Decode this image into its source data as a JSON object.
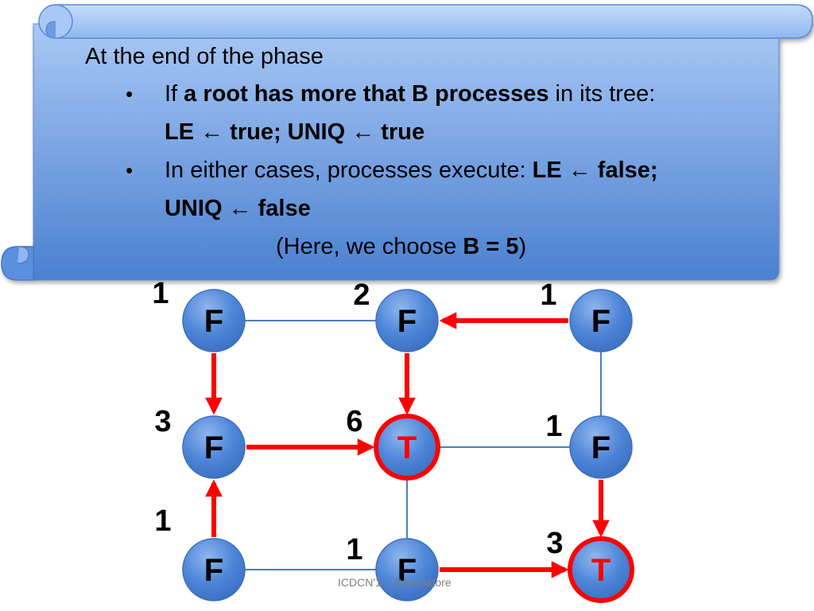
{
  "scroll": {
    "heading": "At the end of the phase",
    "bullet_char": "•",
    "bullet1": {
      "pre": "If ",
      "bold": "a root has more that B processes",
      "post": " in its tree:",
      "line2": "LE ← true; UNIQ  ← true"
    },
    "bullet2": {
      "pre": "In either cases, processes execute:  ",
      "bold": "LE ← false;",
      "line2": "UNIQ  ← false"
    },
    "note": {
      "pre": "(Here, we choose ",
      "bold": "B = 5",
      "post": ")"
    }
  },
  "footer": {
    "text": "ICDCN'1... Coimbatore"
  },
  "colors": {
    "scroll_top": "#a9c8f5",
    "scroll_bottom": "#4a80d0",
    "node_fill": "#4f86d8",
    "edge": "#4a7ebb",
    "arrow": "#ff0000",
    "node_text_f": "#000000",
    "node_text_t": "#ff0000"
  },
  "nodes": [
    {
      "id": "n00",
      "label": "F",
      "root": false,
      "count": "1"
    },
    {
      "id": "n01",
      "label": "F",
      "root": false,
      "count": "2"
    },
    {
      "id": "n02",
      "label": "F",
      "root": false,
      "count": "1"
    },
    {
      "id": "n10",
      "label": "F",
      "root": false,
      "count": "3"
    },
    {
      "id": "n11",
      "label": "T",
      "root": true,
      "count": "6"
    },
    {
      "id": "n12",
      "label": "F",
      "root": false,
      "count": "1"
    },
    {
      "id": "n20",
      "label": "F",
      "root": false,
      "count": "1"
    },
    {
      "id": "n21",
      "label": "F",
      "root": false,
      "count": "1"
    },
    {
      "id": "n22",
      "label": "T",
      "root": true,
      "count": "3"
    }
  ],
  "edges": [
    [
      "n00",
      "n01"
    ],
    [
      "n02",
      "n12"
    ],
    [
      "n11",
      "n12"
    ],
    [
      "n11",
      "n21"
    ],
    [
      "n20",
      "n21"
    ]
  ],
  "arrows": [
    [
      "n02",
      "n01"
    ],
    [
      "n00",
      "n10"
    ],
    [
      "n01",
      "n11"
    ],
    [
      "n10",
      "n11"
    ],
    [
      "n12",
      "n22"
    ],
    [
      "n20",
      "n10"
    ],
    [
      "n21",
      "n22"
    ]
  ]
}
